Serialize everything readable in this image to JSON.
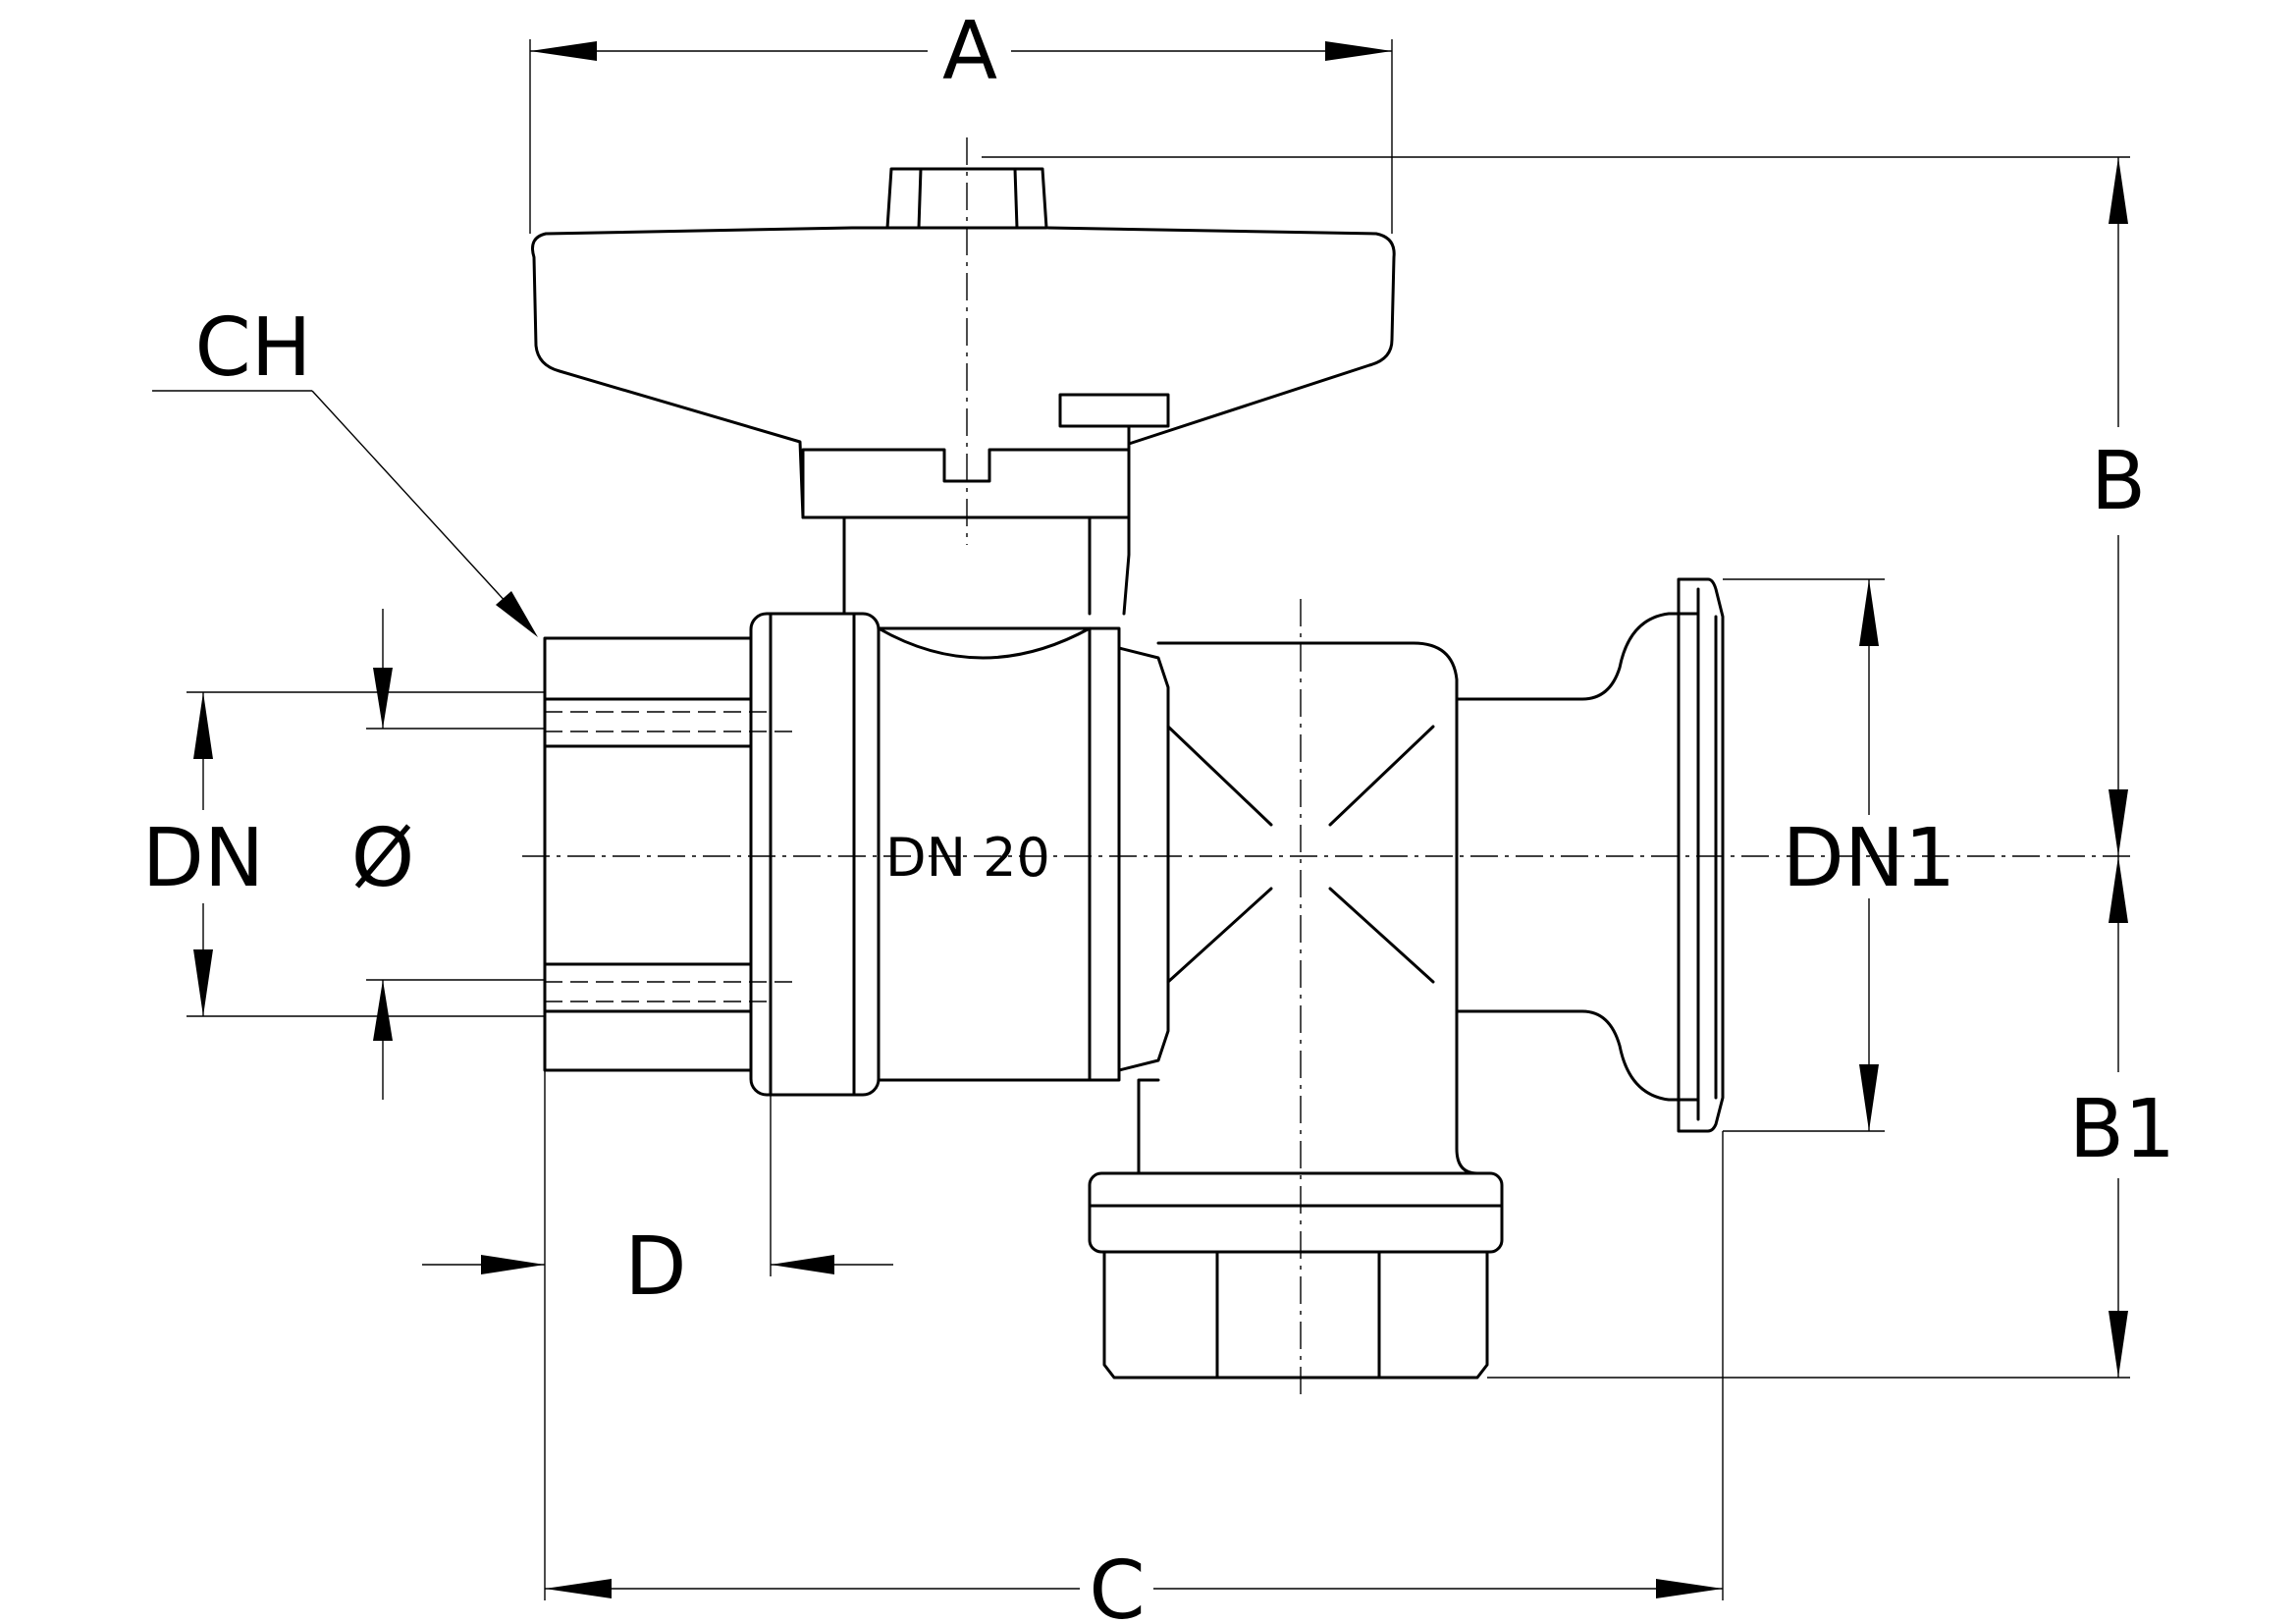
{
  "labels": {
    "A": "A",
    "B": "B",
    "B1": "B1",
    "C": "C",
    "CH": "CH",
    "D": "D",
    "DN": "DN",
    "DN1": "DN1",
    "diameter": "Ø"
  },
  "body_marking": "DN  20"
}
